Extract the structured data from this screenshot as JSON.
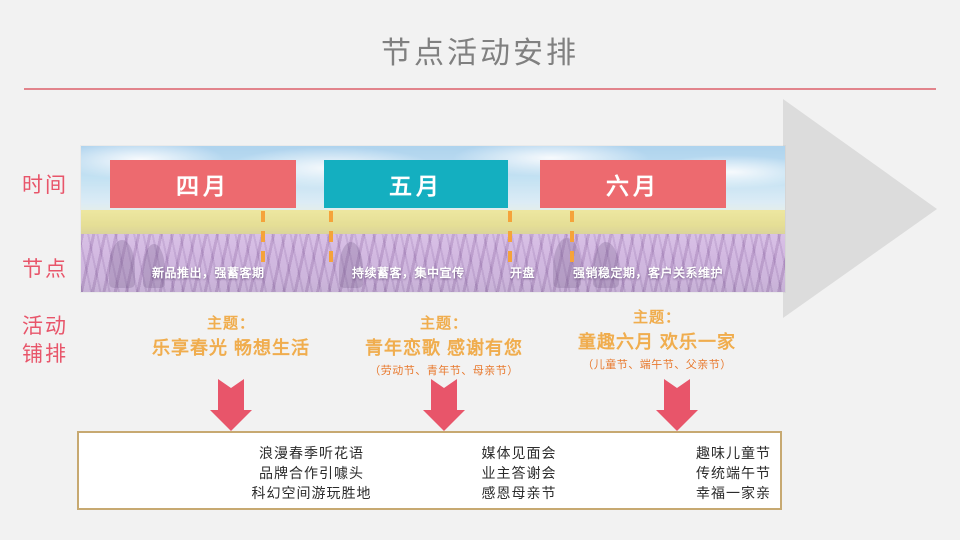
{
  "slide": {
    "title": "节点活动安排",
    "accent_rule_color": "#e2848c",
    "background_color": "#f2f2f2"
  },
  "row_labels": [
    {
      "name": "time",
      "text": "时间"
    },
    {
      "name": "node",
      "text": "节点"
    },
    {
      "name": "plan",
      "text": "活动\n铺排"
    }
  ],
  "timeline": {
    "months": [
      {
        "label": "四月",
        "color": "#ed6a6f"
      },
      {
        "label": "五月",
        "color": "#14afc0"
      },
      {
        "label": "六月",
        "color": "#ed6a6f"
      }
    ],
    "node_captions": [
      "新品推出，强蓄客期",
      "持续蓄客，集中宣传",
      "开盘",
      "强销稳定期，客户关系维护"
    ],
    "divider_color": "#f5a33a"
  },
  "themes": [
    {
      "head": "主题：",
      "main": "乐享春光  畅想生活",
      "sub": ""
    },
    {
      "head": "主题：",
      "main": "青年恋歌  感谢有您",
      "sub": "（劳动节、青年节、母亲节）"
    },
    {
      "head": "主题：",
      "main": "童趣六月  欢乐一家",
      "sub": "（儿童节、端午节、父亲节）"
    }
  ],
  "activities": [
    "浪漫春季听花语\n品牌合作引噱头\n科幻空间游玩胜地",
    "媒体见面会\n业主答谢会\n感恩母亲节",
    "趣味儿童节\n传统端午节\n幸福一家亲"
  ],
  "colors": {
    "label_pink": "#e8556a",
    "theme_orange": "#f0ad4e",
    "theme_sub_orange": "#e8792e",
    "panel_border": "#c7a971",
    "arrow_grey": "#dcdcdc",
    "down_arrow_pink": "#e8556a"
  }
}
